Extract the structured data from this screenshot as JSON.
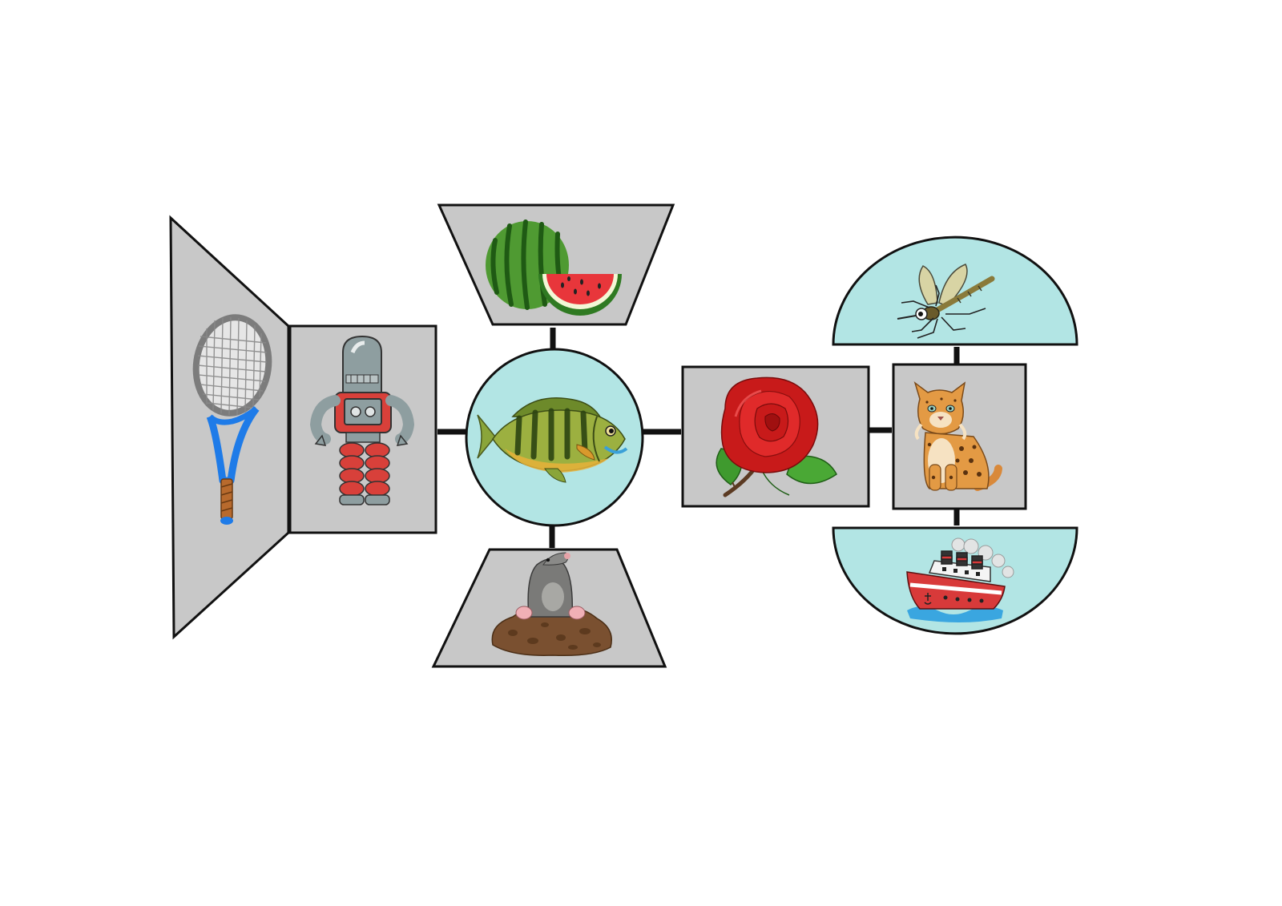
{
  "diagram": {
    "colors": {
      "panel_gray": "#c8c8c8",
      "panel_cyan": "#b2e5e4",
      "outline": "#111111",
      "connector": "#111111"
    },
    "pictures": [
      {
        "id": "racket",
        "icon": "tennis-racket-icon",
        "panel_shape": "trapezoid-left-flap"
      },
      {
        "id": "robot",
        "icon": "robot-icon",
        "panel_shape": "rectangle"
      },
      {
        "id": "watermelon",
        "icon": "watermelon-icon",
        "panel_shape": "trapezoid-inverted"
      },
      {
        "id": "fish",
        "icon": "fish-icon",
        "panel_shape": "circle"
      },
      {
        "id": "mole",
        "icon": "mole-icon",
        "panel_shape": "trapezoid"
      },
      {
        "id": "rose",
        "icon": "rose-icon",
        "panel_shape": "rectangle"
      },
      {
        "id": "mosquito",
        "icon": "mosquito-icon",
        "panel_shape": "half-circle-top"
      },
      {
        "id": "lynx",
        "icon": "lynx-icon",
        "panel_shape": "rectangle"
      },
      {
        "id": "ship",
        "icon": "ship-icon",
        "panel_shape": "half-circle-bottom"
      }
    ]
  }
}
